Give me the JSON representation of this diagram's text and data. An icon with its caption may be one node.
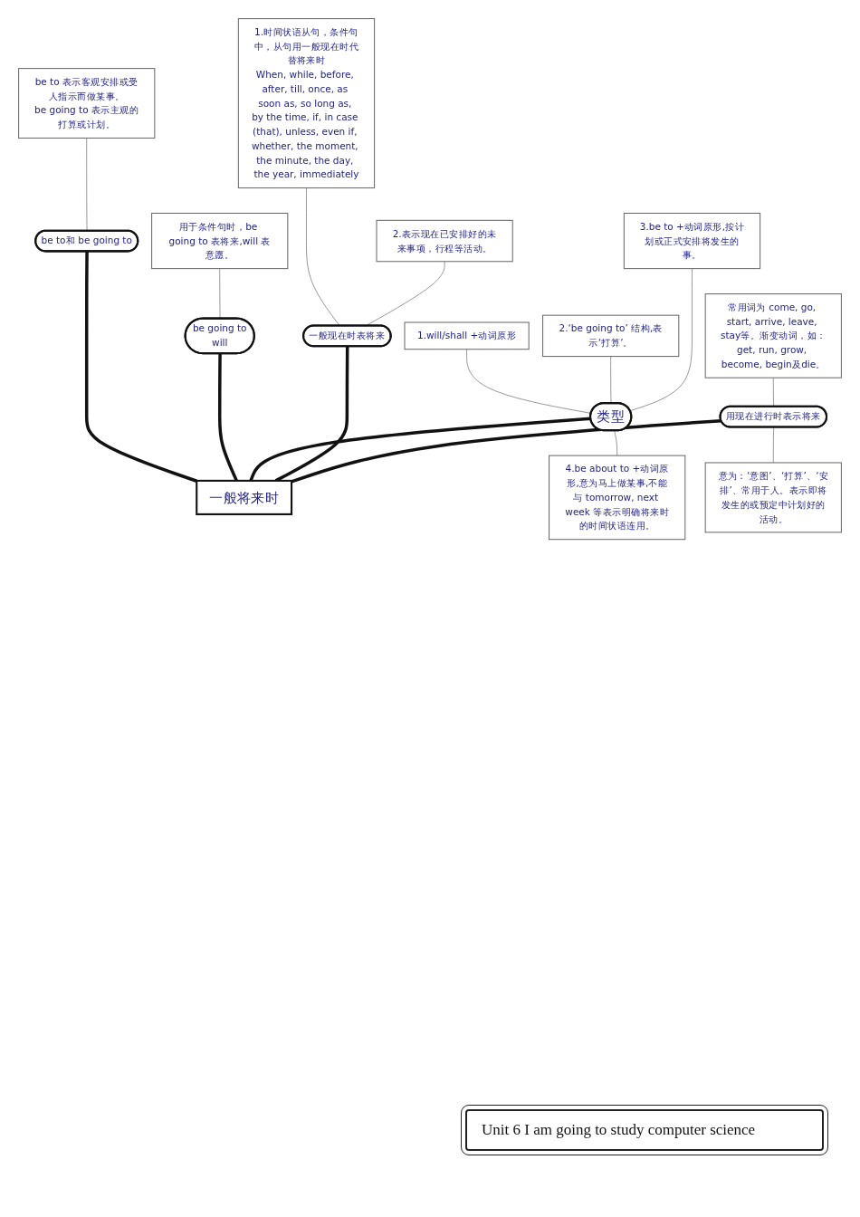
{
  "diagram": {
    "title": "Unit 6 I am going to study computer science",
    "nodes": [
      {
        "text": [
          "be to 表示客观安排或受人指示而做某事。",
          "be going to 表示主观的打算或计划。"
        ]
      },
      {
        "text": [
          "1.时间状语从句，条件句中，从句用一般现在时代替将来时",
          "When, while, before, after, till, once, as soon as, so long as, by the time, if, in case (that), unless, even if, whether, the moment, the minute, the day, the year, immediately"
        ]
      },
      {
        "text": [
          "用于条件句时，be going to 表将来,will 表意愿。"
        ]
      },
      {
        "text": [
          "1.will/shall +动词原形"
        ]
      },
      {
        "text": [
          "be to和 be going to"
        ]
      },
      {
        "text": [
          "2.‘be going to’ 结构,表示‘打算’。"
        ]
      },
      {
        "text": [
          "2.表示现在已安排好的未来事项，行程等活动。"
        ]
      },
      {
        "text": [
          "be going to",
          "will"
        ]
      },
      {
        "text": [
          "一般现在时表将来"
        ]
      },
      {
        "text": [
          "3.be to +动词原形,按计划或正式安排将发生的事。"
        ]
      },
      {
        "text": [
          "常用词为 come, go, start, arrive, leave, stay等。渐变动词，如：get, run, grow, become, begin及die。"
        ]
      },
      {
        "text": [
          "类型"
        ]
      },
      {
        "text": [
          "用现在进行时表示将来"
        ]
      },
      {
        "text": [
          "一般将来时"
        ]
      },
      {
        "text": [
          "4.be about to +动词原形,意为马上做某事,不能与 tomorrow, next week 等表示明确将来时的时间状语连用。"
        ]
      },
      {
        "text": [
          "意为：‘意图’、‘打算’、‘安排’、常用于人。表示即将发生的或预定中计划好的活动。"
        ]
      }
    ],
    "edges": [
      {
        "from": 4,
        "to": 13,
        "arrow": "none",
        "style": "thick",
        "color": "#111111"
      },
      {
        "from": 7,
        "to": 13,
        "arrow": "none",
        "style": "thick",
        "color": "#111111"
      },
      {
        "from": 11,
        "to": 13,
        "arrow": "none",
        "style": "thick",
        "color": "#111111"
      },
      {
        "from": 8,
        "to": 13,
        "arrow": "none",
        "style": "thick",
        "color": "#111111"
      },
      {
        "from": 12,
        "to": 13,
        "arrow": "none",
        "style": "thick",
        "color": "#111111"
      },
      {
        "from": 0,
        "to": 4,
        "arrow": "none"
      },
      {
        "from": 2,
        "to": 7,
        "arrow": "none"
      },
      {
        "from": 3,
        "to": 11,
        "arrow": "none"
      },
      {
        "from": 5,
        "to": 11,
        "arrow": "none"
      },
      {
        "from": 9,
        "to": 11,
        "arrow": "none"
      },
      {
        "from": 11,
        "to": 14,
        "arrow": "none"
      },
      {
        "from": 1,
        "to": 8,
        "arrow": "none"
      },
      {
        "from": 6,
        "to": 8,
        "arrow": "none"
      },
      {
        "from": 10,
        "to": 12,
        "arrow": "none"
      },
      {
        "from": 12,
        "to": 15,
        "arrow": "none"
      }
    ]
  }
}
